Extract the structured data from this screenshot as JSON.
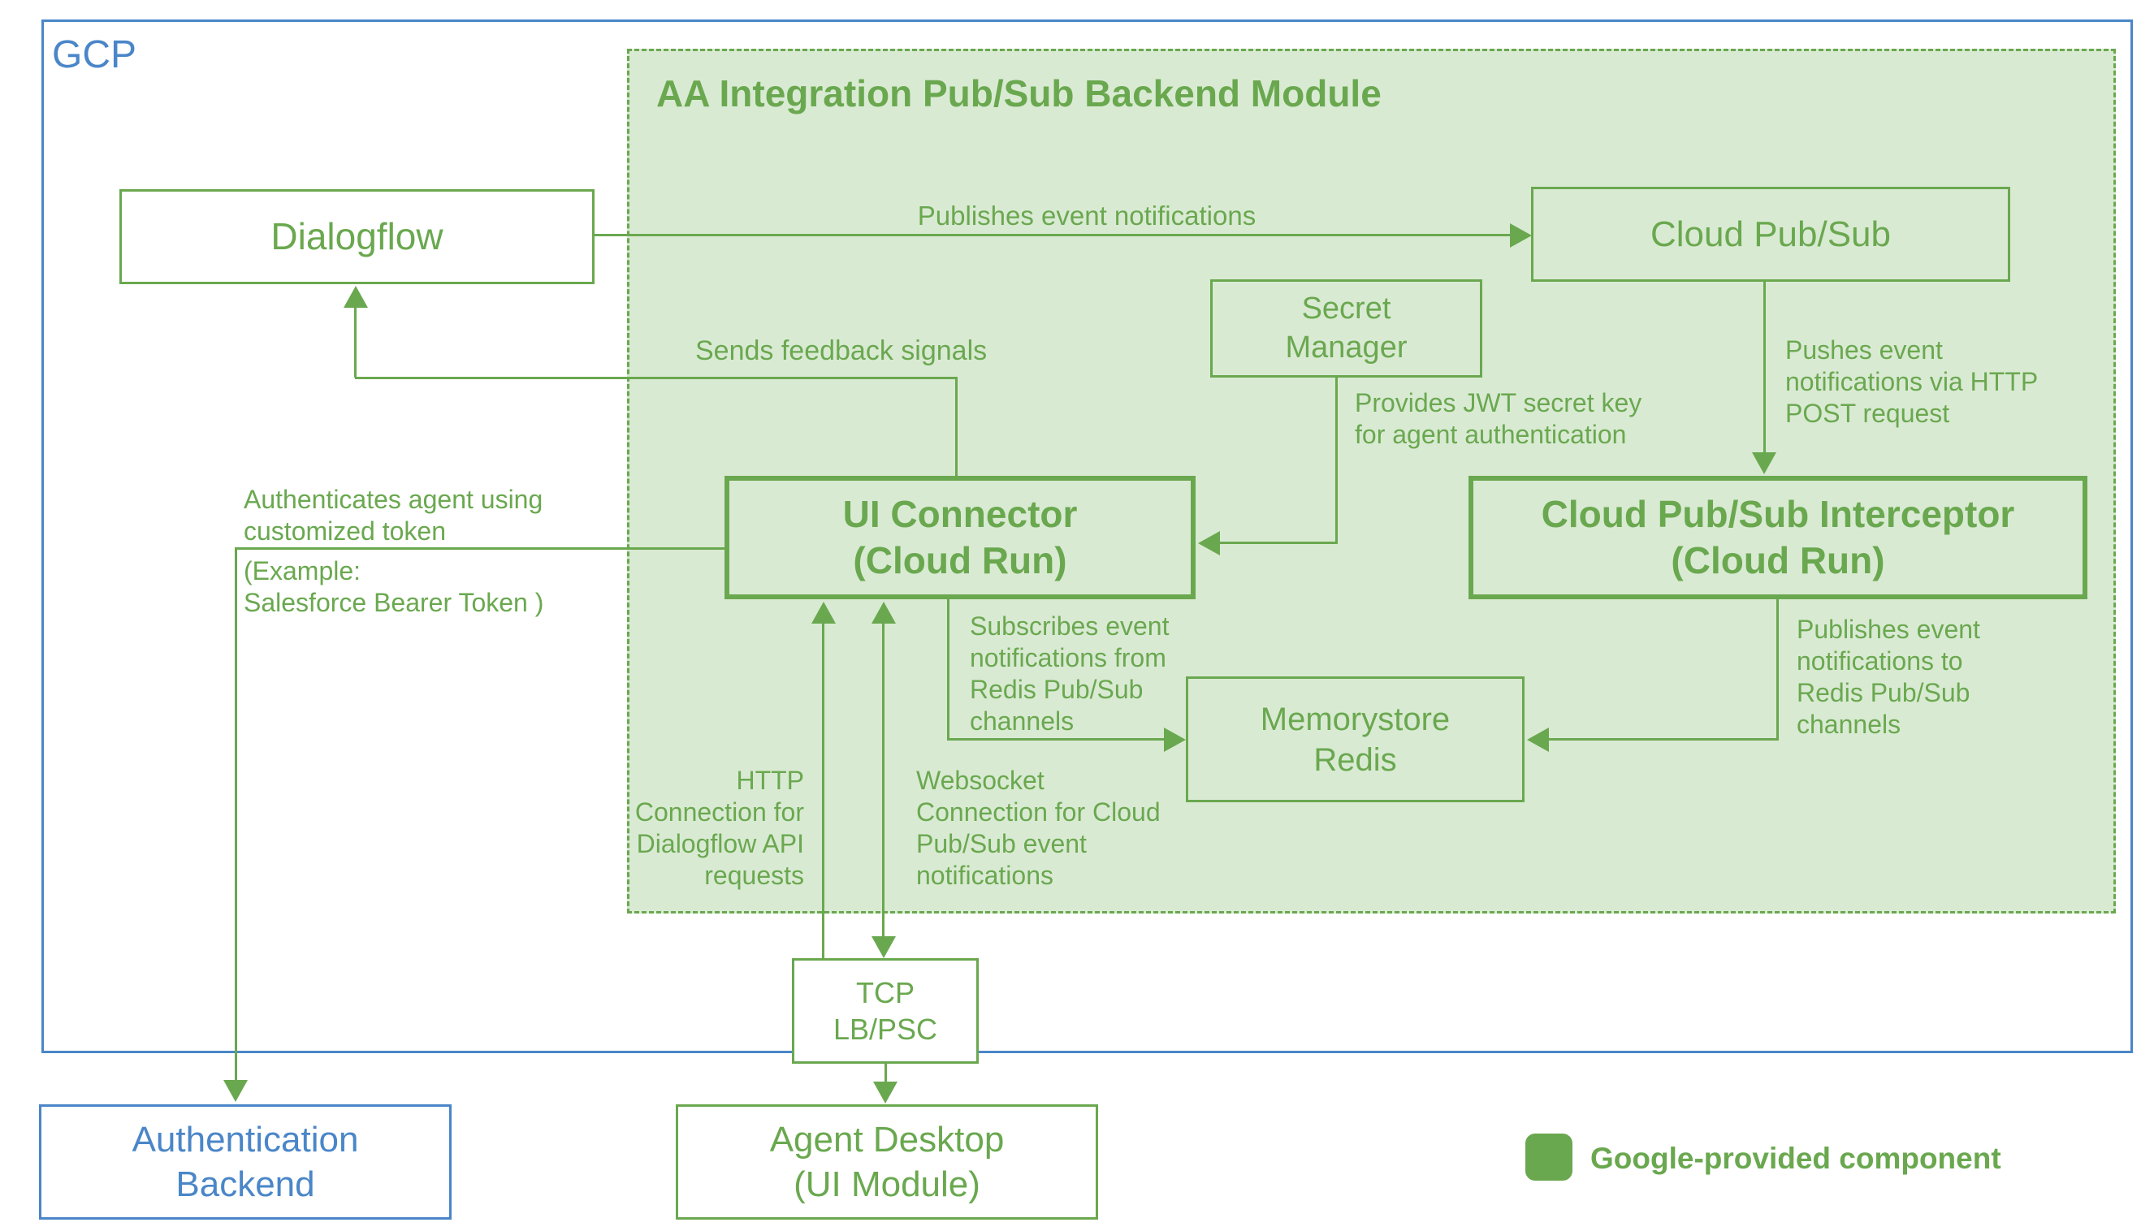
{
  "colors": {
    "green": "#6aa84f",
    "green_fill": "#d9ead3",
    "blue": "#4a86c8",
    "background": "#ffffff"
  },
  "gcp": {
    "label": "GCP"
  },
  "module": {
    "title": "AA Integration Pub/Sub Backend Module"
  },
  "nodes": {
    "dialogflow": {
      "label": "Dialogflow"
    },
    "cloud_pubsub": {
      "label": "Cloud Pub/Sub"
    },
    "secret_manager": {
      "label": "Secret\nManager"
    },
    "ui_connector": {
      "label": "UI Connector\n(Cloud Run)"
    },
    "interceptor": {
      "label": "Cloud Pub/Sub Interceptor\n(Cloud Run)"
    },
    "memorystore": {
      "label": "Memorystore\nRedis"
    },
    "tcp_lb": {
      "label": "TCP\nLB/PSC"
    },
    "agent_desktop": {
      "label": "Agent Desktop\n(UI Module)"
    },
    "auth_backend": {
      "label": "Authentication\nBackend"
    }
  },
  "edges": {
    "publishes_event": {
      "label": "Publishes event notifications"
    },
    "sends_feedback": {
      "label": "Sends feedback signals"
    },
    "pushes_event": {
      "label": "Pushes event\nnotifications via HTTP\nPOST request"
    },
    "provides_jwt": {
      "label": "Provides JWT secret key\nfor agent authentication"
    },
    "subscribes_redis": {
      "label": "Subscribes event\nnotifications from\nRedis Pub/Sub\nchannels"
    },
    "publishes_redis": {
      "label": "Publishes event\nnotifications to\nRedis Pub/Sub\nchannels"
    },
    "http_connection": {
      "label": "HTTP\nConnection for\nDialogflow API\nrequests"
    },
    "websocket_connection": {
      "label": "Websocket\nConnection for Cloud\nPub/Sub event\nnotifications"
    },
    "authenticates_top": {
      "label": "Authenticates agent using\ncustomized token"
    },
    "authenticates_bottom": {
      "label": "(Example:\nSalesforce Bearer Token )"
    }
  },
  "legend": {
    "label": "Google-provided component"
  }
}
